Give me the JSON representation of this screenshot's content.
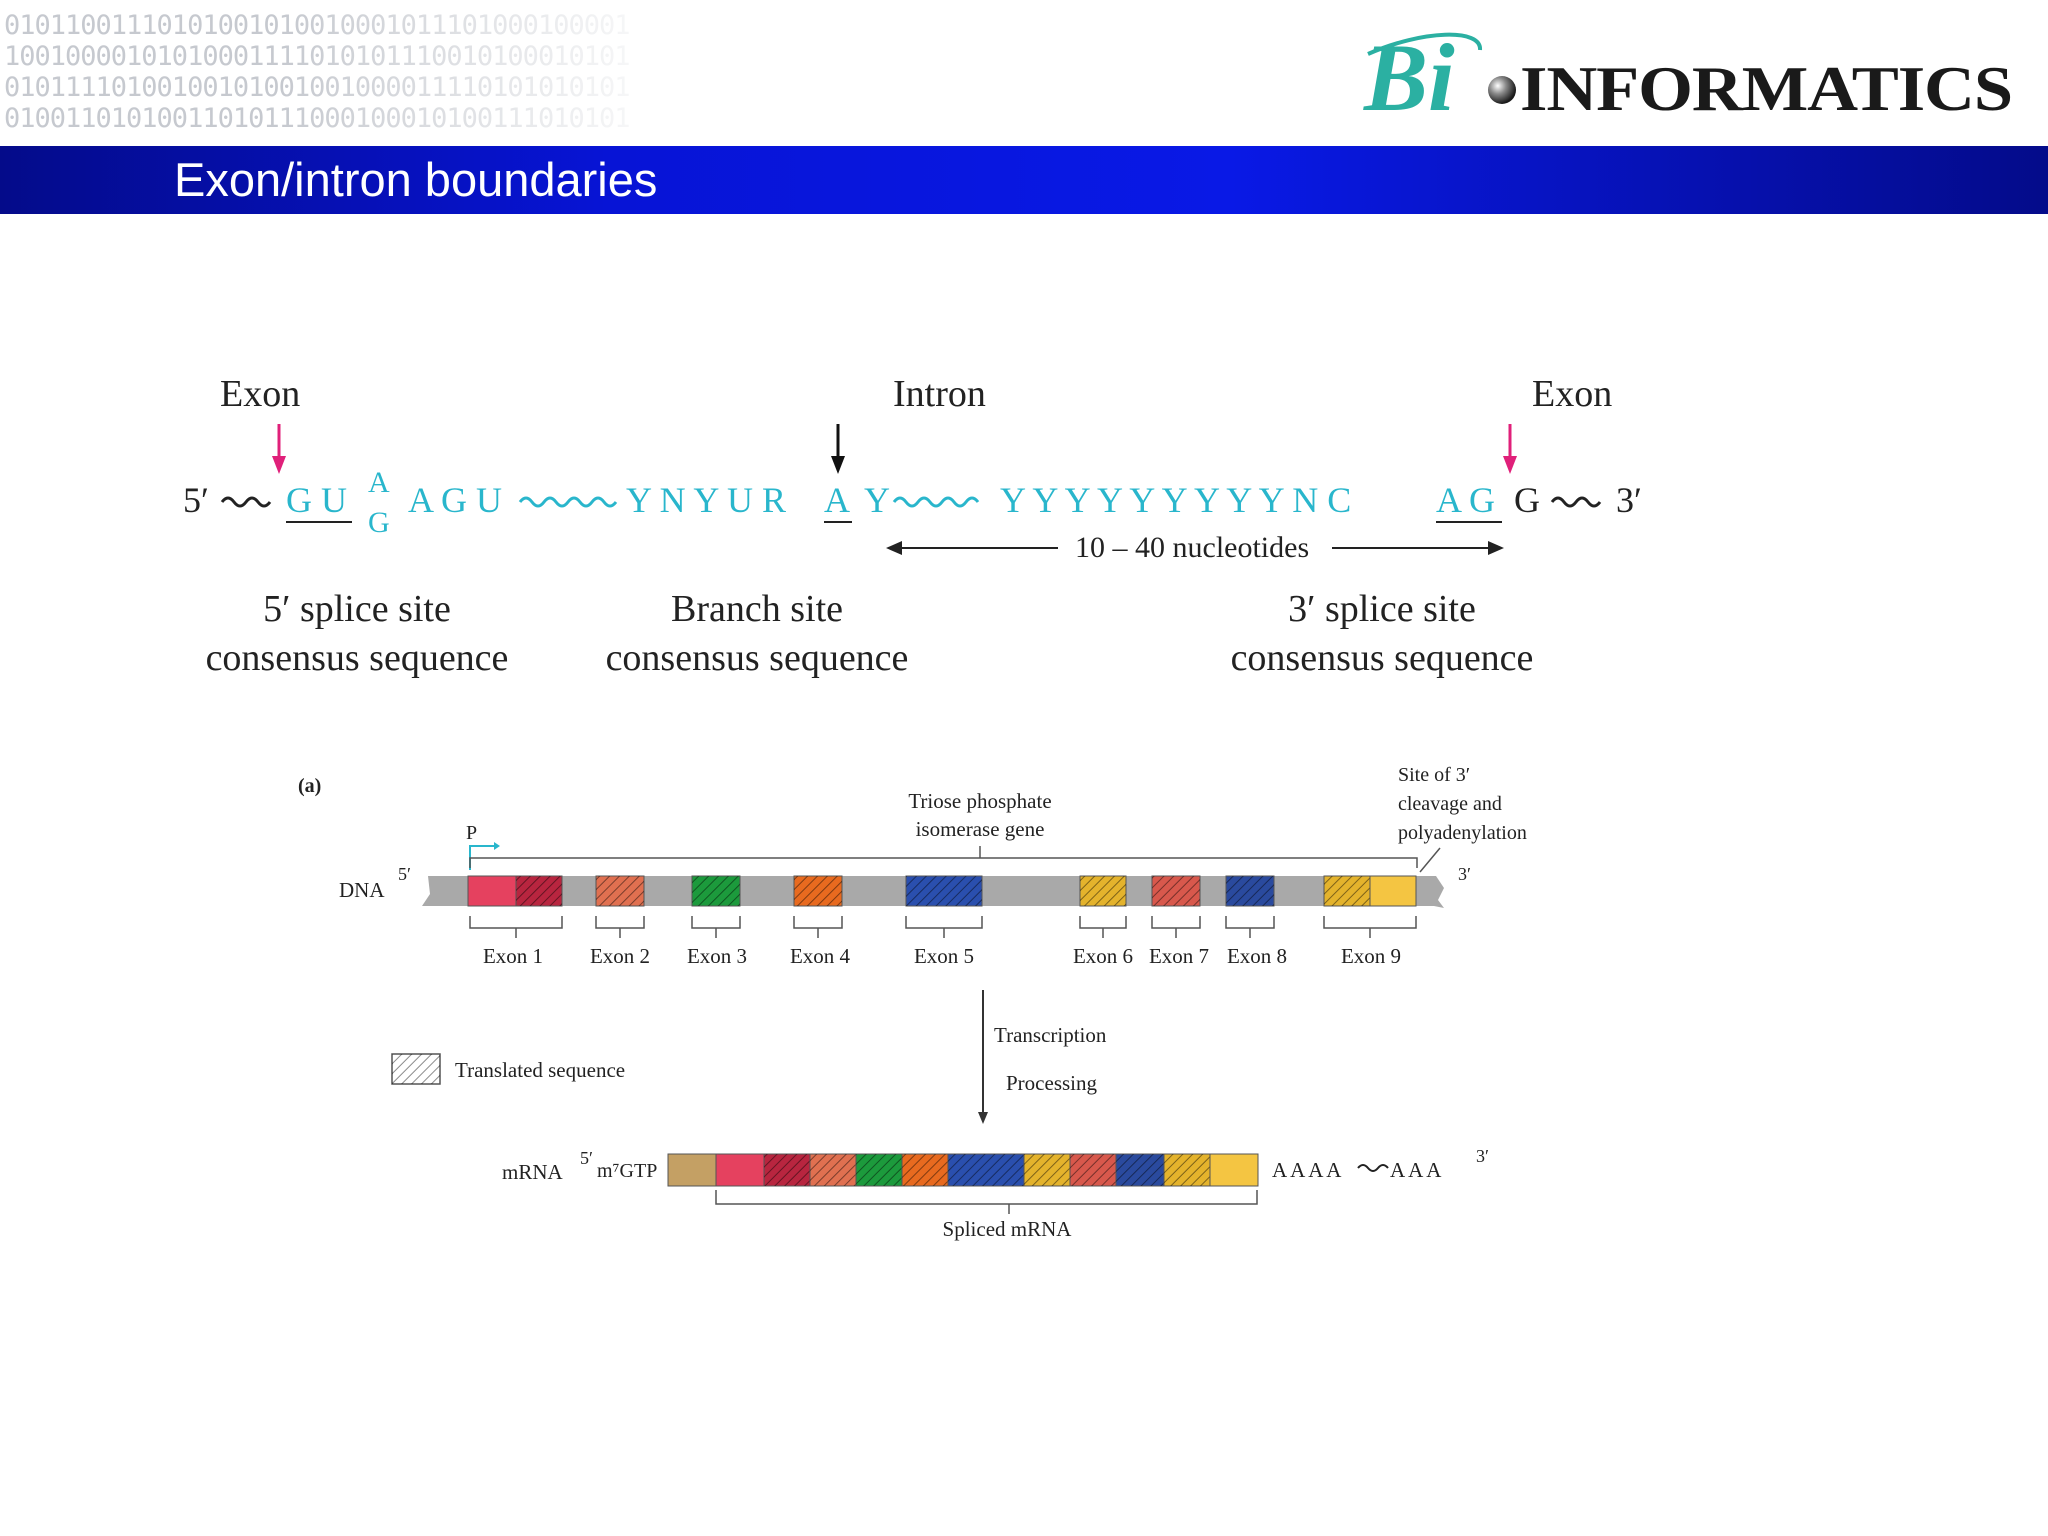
{
  "header": {
    "binary_rows": [
      "01011001110101001010010001011101000100001",
      "10010000101010001111010101110010100010101",
      "01011110100100101001001000011110101010101",
      "01001101010011010111000100010100111010101"
    ],
    "logo": {
      "script_part": "Bi",
      "text_part": "INFORMATICS",
      "script_color": "#2bb0a2",
      "text_color": "#1a1a1a"
    },
    "title": "Exon/intron boundaries",
    "title_bar_color": "#0714d6"
  },
  "splice": {
    "label_exon_left": "Exon",
    "label_intron": "Intron",
    "label_exon_right": "Exon",
    "five_prime": "5′",
    "three_prime": "3′",
    "gu": "G U",
    "a_top": "A",
    "g_bottom": "G",
    "ag_u": "A G U",
    "branch_seq": "Y N Y U R",
    "branch_a": "A",
    "y1": "Y",
    "poly_y": "Y Y Y Y Y Y Y Y Y N C",
    "ag": "A G",
    "g_exon": "G",
    "nucleotides": "10 – 40 nucleotides",
    "site5_line1": "5′ splice site",
    "site5_line2": "consensus sequence",
    "branch_line1": "Branch site",
    "branch_line2": "consensus sequence",
    "site3_line1": "3′ splice site",
    "site3_line2": "consensus sequence",
    "seq_color": "#29b6cc",
    "arrow_color": "#e0207a"
  },
  "gene": {
    "panel_label": "(a)",
    "promoter": "P",
    "gene_name_1": "Triose phosphate",
    "gene_name_2": "isomerase gene",
    "site_1": "Site of 3′",
    "site_2": "cleavage and",
    "site_3": "polyadenylation",
    "dna": "DNA",
    "dna_5": "5′",
    "dna_3": "3′",
    "exons": [
      "Exon 1",
      "Exon 2",
      "Exon 3",
      "Exon 4",
      "Exon 5",
      "Exon 6",
      "Exon 7",
      "Exon 8",
      "Exon 9"
    ],
    "transcription": "Transcription",
    "processing": "Processing",
    "legend": "Translated sequence",
    "mrna": "mRNA",
    "mrna_5": "5′",
    "cap": "m⁷GTP",
    "polya_1": "A A A A",
    "polya_2": "A A A",
    "mrna_3": "3′",
    "spliced": "Spliced mRNA",
    "colors": {
      "pink": "#e5415f",
      "crimson": "#b8253f",
      "salmon": "#e07050",
      "green": "#1c9a3c",
      "orange": "#e86a1f",
      "blue": "#2a4fae",
      "gold": "#e4b32c",
      "rose": "#d8584c",
      "navy": "#2a4a9e",
      "yellow": "#f4c542",
      "tan": "#c4a064",
      "gray": "#a9a9a9"
    }
  }
}
